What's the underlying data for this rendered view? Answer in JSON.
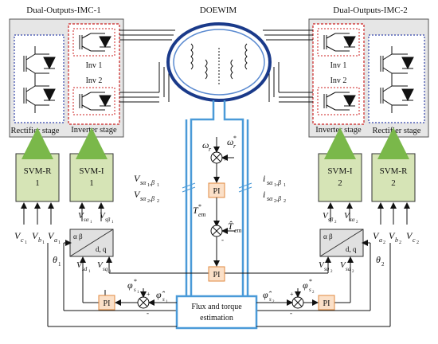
{
  "title_left": "Dual-Outputs-IMC-1",
  "title_center": "DOEWIM",
  "title_right": "Dual-Outputs-IMC-2",
  "inv1": "Inv 1",
  "inv2": "Inv 2",
  "rectifier_stage": "Rectifier stage",
  "inverter_stage": "Inverter stage",
  "svm_r1": [
    "SVM-R",
    "1"
  ],
  "svm_i1": [
    "SVM-I",
    "1"
  ],
  "svm_i2": [
    "SVM-I",
    "2"
  ],
  "svm_r2": [
    "SVM-R",
    "2"
  ],
  "ab": "α β",
  "dq": "d, q",
  "pi": "PI",
  "flux": [
    "Flux and torque",
    "estimation"
  ],
  "sym": {
    "omega_r": "ω",
    "omega_r_sub": "r",
    "omega_star": "ω",
    "tem_star": "T",
    "tem_sub": "em",
    "tem_hat": "T̂",
    "vc": "V",
    "c1": "c",
    "c2": "c",
    "va": "V",
    "vb": "V",
    "vs": "V",
    "theta1": "θ",
    "theta2": "θ",
    "phi": "φ",
    "phi_hat": "φ̂",
    "is": "i",
    "plus": "+",
    "minus": "-"
  }
}
